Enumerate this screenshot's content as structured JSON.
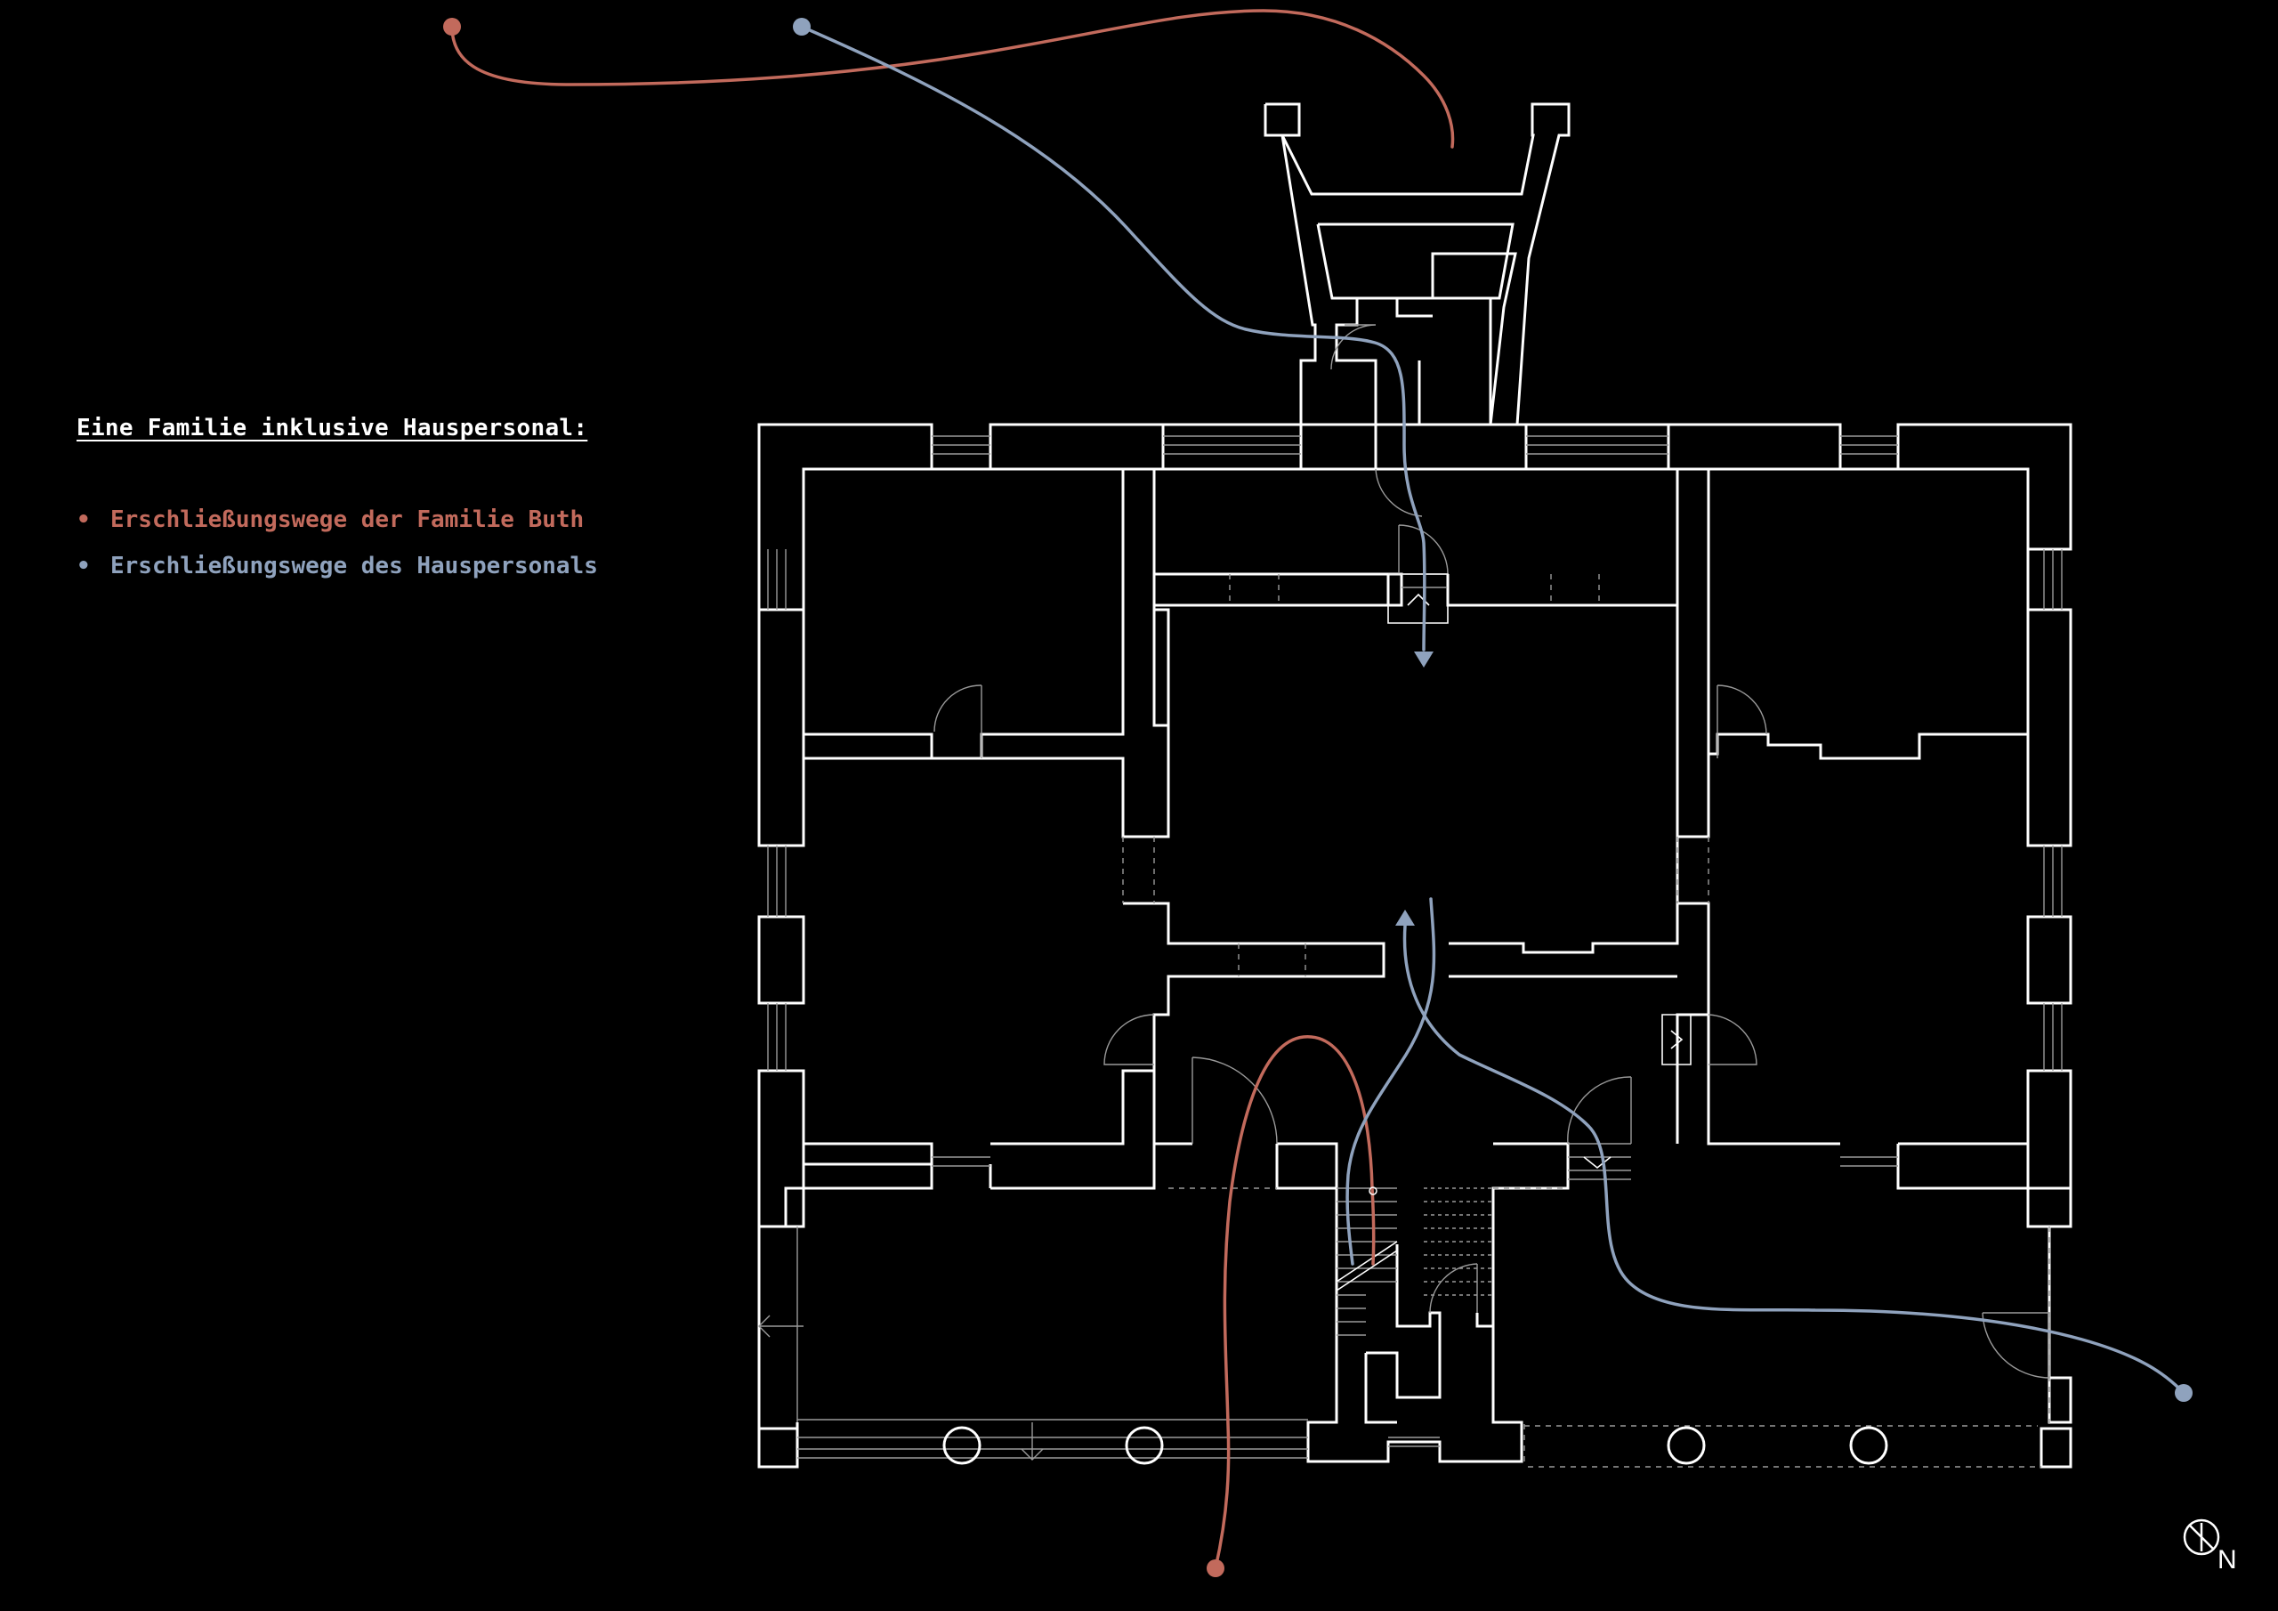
{
  "legend": {
    "title": "Eine Familie inklusive Hauspersonal:",
    "bullet": "•",
    "items": [
      {
        "label": "Erschließungswege der Familie Buth",
        "color": "#c26a5c"
      },
      {
        "label": "Erschließungswege des Hauspersonals",
        "color": "#8fa2bd"
      }
    ]
  },
  "compass": {
    "label": "N",
    "icon": "north-arrow-icon"
  },
  "colors": {
    "background": "#000000",
    "walls": "#ffffff",
    "fine_lines": "#9a9a9a",
    "family_path": "#c26a5c",
    "staff_path": "#8fa2bd"
  }
}
